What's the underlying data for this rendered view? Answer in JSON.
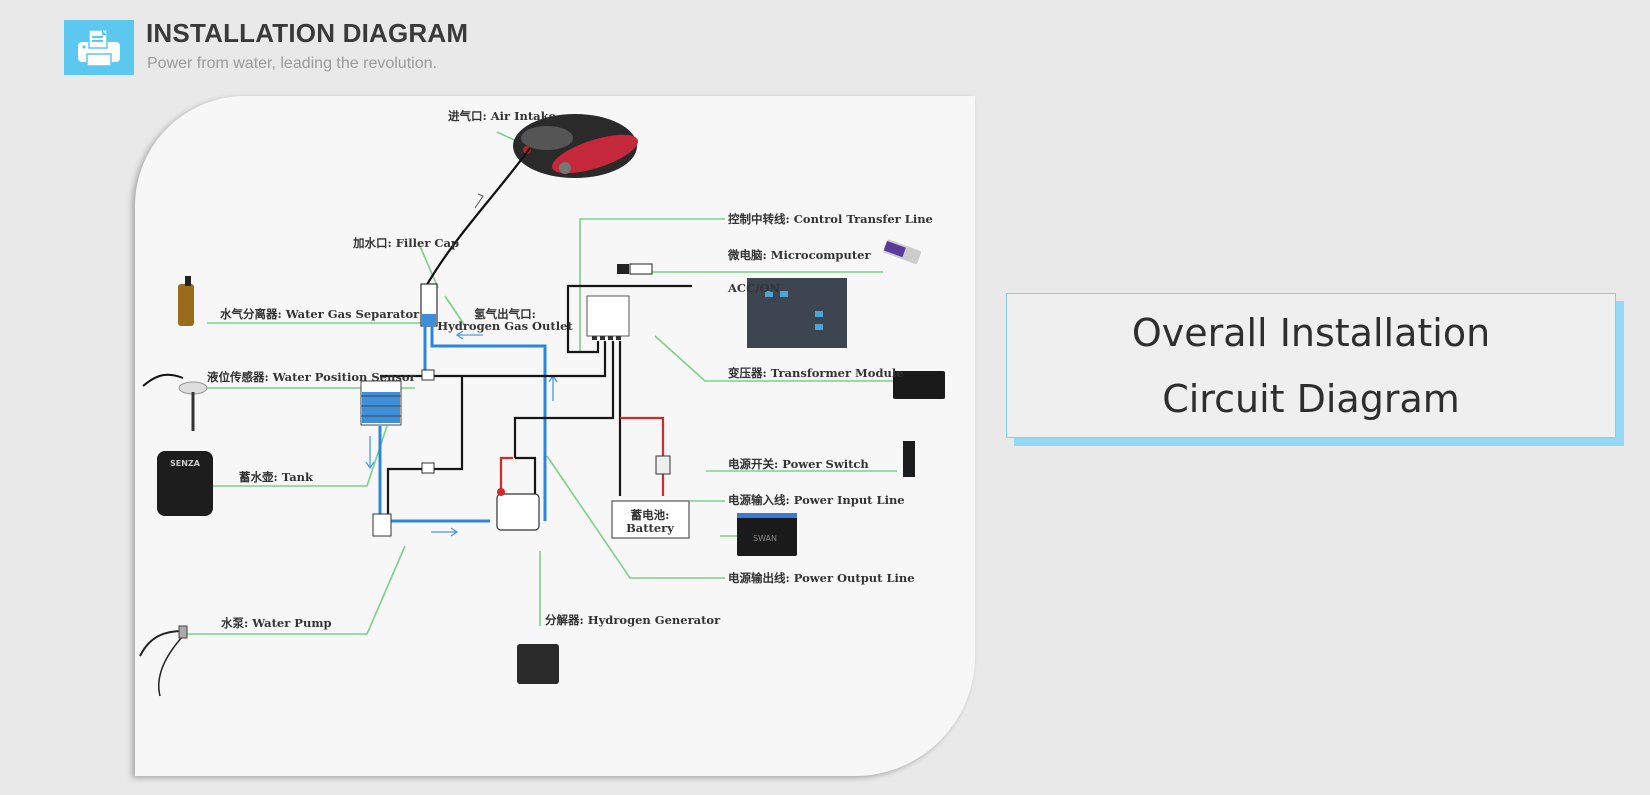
{
  "header": {
    "icon": "printer-icon",
    "title": "INSTALLATION DIAGRAM",
    "subtitle": "Power from water, leading the revolution."
  },
  "diagram": {
    "labels": {
      "air_intake": "进气口: Air Intake",
      "filler_cap": "加水口: Filler Cap",
      "water_gas_separator": "水气分离器: Water Gas Separator",
      "hydrogen_gas_outlet_cn": "氢气出气口:",
      "hydrogen_gas_outlet_en": "Hydrogen Gas Outlet",
      "water_position_sensor": "液位传感器: Water Position Sensor",
      "tank": "蓄水壶: Tank",
      "water_pump": "水泵: Water Pump",
      "hydrogen_generator": "分解器: Hydrogen Generator",
      "control_transfer_line": "控制中转线: Control Transfer Line",
      "microcomputer": "微电脑: Microcomputer",
      "acc_on": "ACC/ON",
      "transformer_module": "变压器: Transformer Module",
      "power_switch": "电源开关: Power Switch",
      "power_input_line": "电源输入线: Power Input Line",
      "battery_cn": "蓄电池:",
      "battery_en": "Battery",
      "power_output_line": "电源输出线: Power Output Line",
      "tank_brand": "SENZA",
      "battery_brand": "SWAN"
    },
    "colors": {
      "water_line": "#2f86d6",
      "power_line": "#d42a2a",
      "wire": "#1a1a1a",
      "leader_line": "#7cd08a"
    }
  },
  "info_box": {
    "line1": "Overall Installation",
    "line2": "Circuit Diagram",
    "accent": "#5cc8ef"
  }
}
